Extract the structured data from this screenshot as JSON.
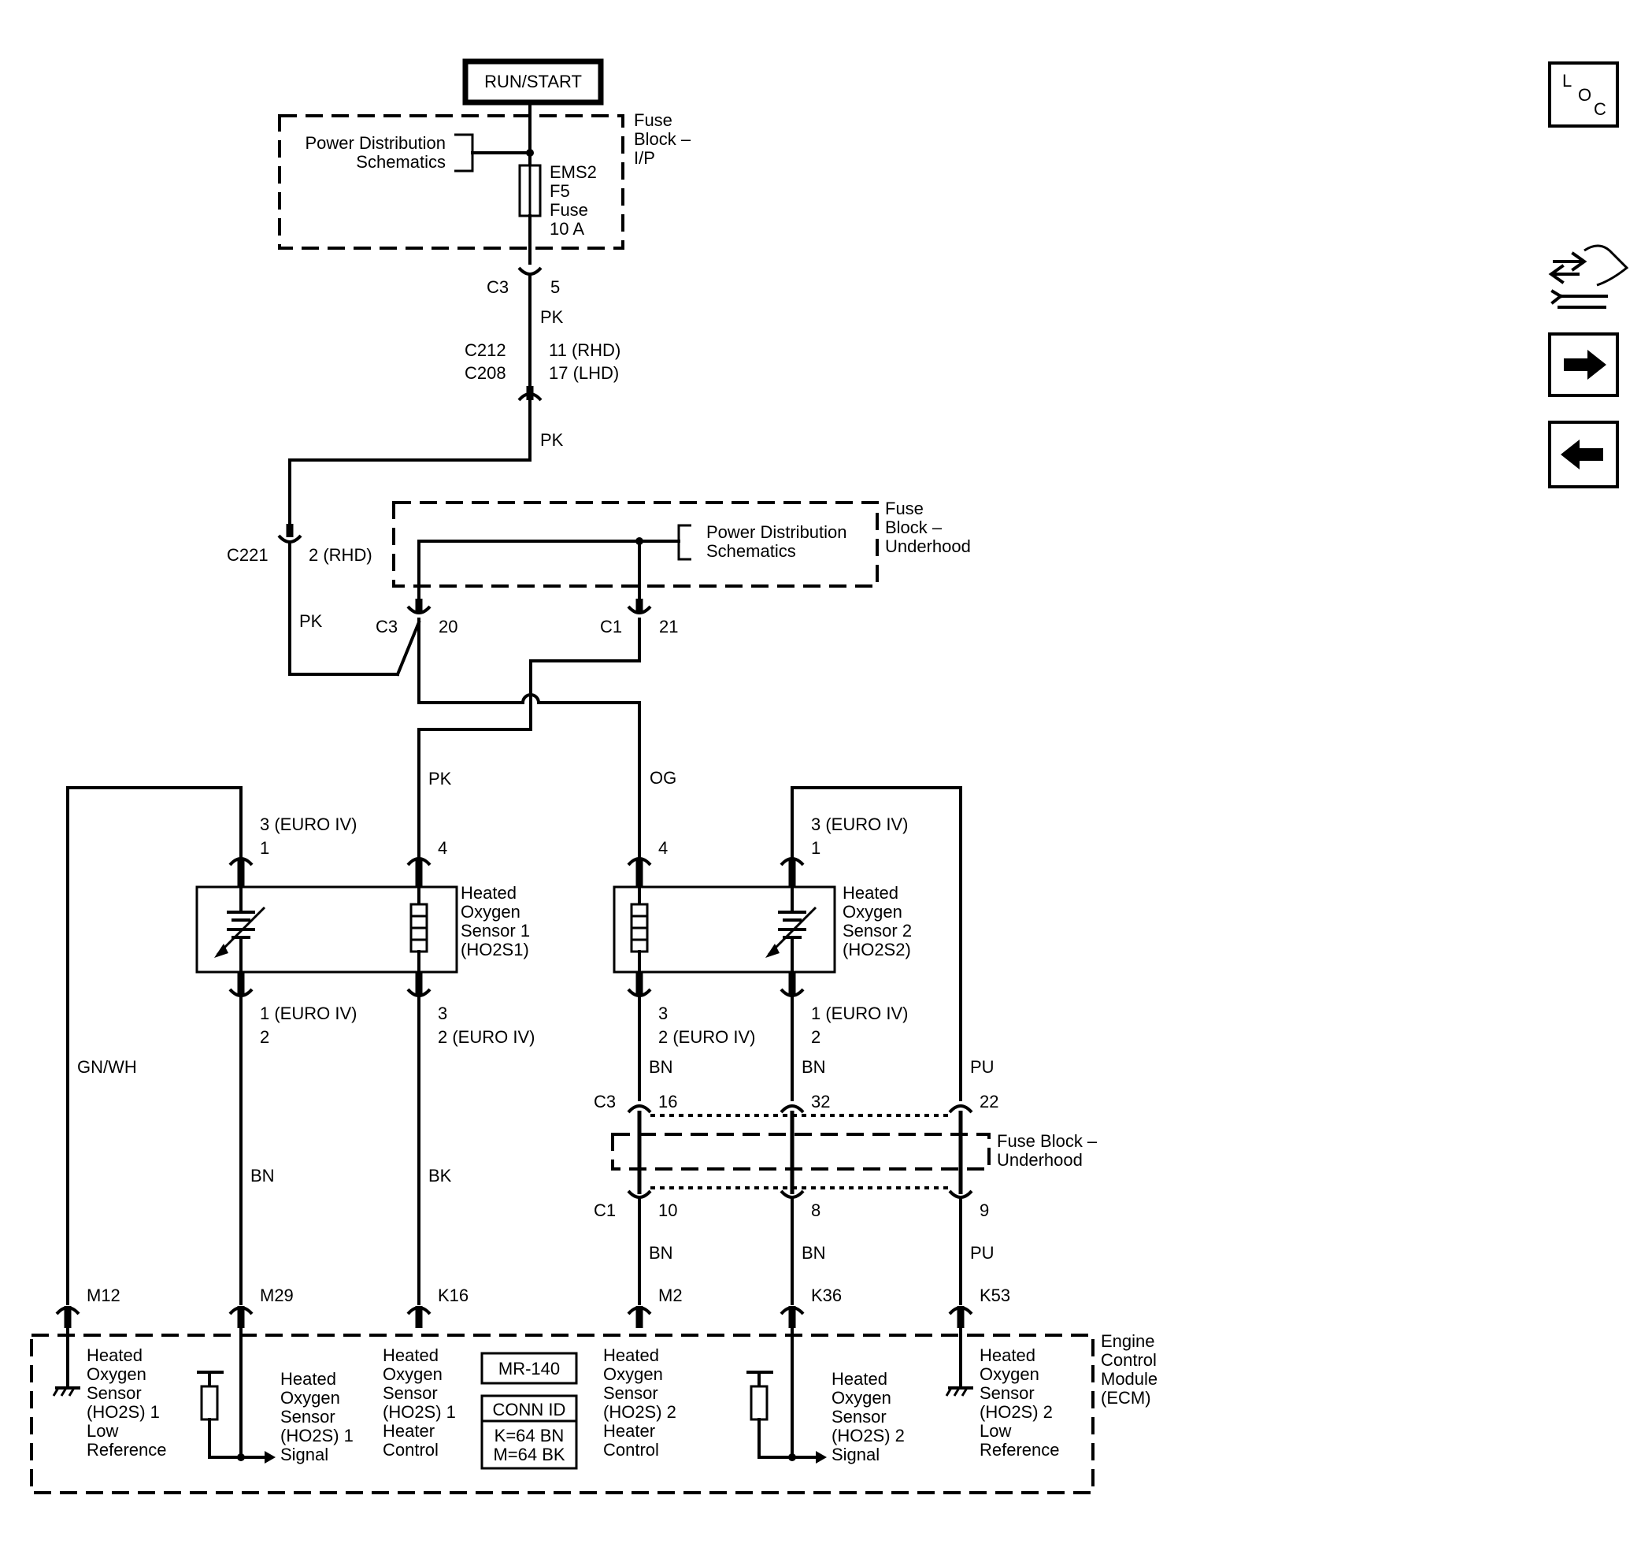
{
  "power_source": "RUN/START",
  "fuse_block_ip": {
    "title_lines": [
      "Fuse",
      "Block –",
      "I/P"
    ],
    "ref_lines": [
      "Power Distribution",
      "Schematics"
    ],
    "fuse_lines": [
      "EMS2",
      "F5",
      "Fuse",
      "10 A"
    ]
  },
  "fuse_block_uh": {
    "title_lines": [
      "Fuse",
      "Block –",
      "Underhood"
    ],
    "ref_lines": [
      "Power Distribution",
      "Schematics"
    ]
  },
  "fuse_block_uh2": {
    "title_lines": [
      "Fuse Block –",
      "Underhood"
    ]
  },
  "ecm": {
    "title_lines": [
      "Engine",
      "Control",
      "Module",
      "(ECM)"
    ],
    "mr_label": "MR-140",
    "conn_id_title": "CONN ID",
    "conn_id_lines": [
      "K=64 BN",
      "M=64 BK"
    ],
    "circuits": {
      "m12": [
        "Heated",
        "Oxygen",
        "Sensor",
        "(HO2S) 1",
        "Low",
        "Reference"
      ],
      "m29": [
        "Heated",
        "Oxygen",
        "Sensor",
        "(HO2S) 1",
        "Signal"
      ],
      "k16": [
        "Heated",
        "Oxygen",
        "Sensor",
        "(HO2S) 1",
        "Heater",
        "Control"
      ],
      "m2": [
        "Heated",
        "Oxygen",
        "Sensor",
        "(HO2S) 2",
        "Heater",
        "Control"
      ],
      "k36": [
        "Heated",
        "Oxygen",
        "Sensor",
        "(HO2S) 2",
        "Signal"
      ],
      "k53": [
        "Heated",
        "Oxygen",
        "Sensor",
        "(HO2S) 2",
        "Low",
        "Reference"
      ]
    }
  },
  "sensor1": {
    "title_lines": [
      "Heated",
      "Oxygen",
      "Sensor 1",
      "(HO2S1)"
    ]
  },
  "sensor2": {
    "title_lines": [
      "Heated",
      "Oxygen",
      "Sensor 2",
      "(HO2S2)"
    ]
  },
  "labels": {
    "c3_top": "C3",
    "pin_5": "5",
    "pk_1": "PK",
    "c212": "C212",
    "c208": "C208",
    "pin_11_rhd": "11 (RHD)",
    "pin_17_lhd": "17 (LHD)",
    "pk_2": "PK",
    "c221": "C221",
    "pin_2_rhd": "2 (RHD)",
    "pk_3": "PK",
    "c3_uh": "C3",
    "pin_20": "20",
    "c1_uh": "C1",
    "pin_21": "21",
    "pk_4": "PK",
    "og": "OG",
    "s1_pin_a_top_1": "3 (EURO IV)",
    "s1_pin_a_top_2": "1",
    "s1_pin_b_top": "4",
    "s2_pin_b_top": "4",
    "s2_pin_a_top_1": "3 (EURO IV)",
    "s2_pin_a_top_2": "1",
    "s1_pin_a_bot_1": "1 (EURO IV)",
    "s1_pin_a_bot_2": "2",
    "s1_pin_b_bot_1": "3",
    "s1_pin_b_bot_2": "2 (EURO IV)",
    "s2_pin_b_bot_1": "3",
    "s2_pin_b_bot_2": "2 (EURO IV)",
    "s2_pin_a_bot_1": "1 (EURO IV)",
    "s2_pin_a_bot_2": "2",
    "gnwh": "GN/WH",
    "bn_1": "BN",
    "bk": "BK",
    "bn_2": "BN",
    "bn_3": "BN",
    "pu_1": "PU",
    "c3_lower": "C3",
    "pin_16": "16",
    "pin_32": "32",
    "pin_22": "22",
    "c1_lower": "C1",
    "pin_10": "10",
    "pin_8": "8",
    "pin_9": "9",
    "bn_4": "BN",
    "bn_5": "BN",
    "pu_2": "PU",
    "m12": "M12",
    "m29": "M29",
    "k16": "K16",
    "m2": "M2",
    "k36": "K36",
    "k53": "K53"
  },
  "nav": {
    "loc_l": "L",
    "loc_o": "O",
    "loc_c": "C",
    "icons": [
      "loc-icon",
      "connector-tool-icon",
      "arrow-right-icon",
      "arrow-left-icon"
    ]
  }
}
